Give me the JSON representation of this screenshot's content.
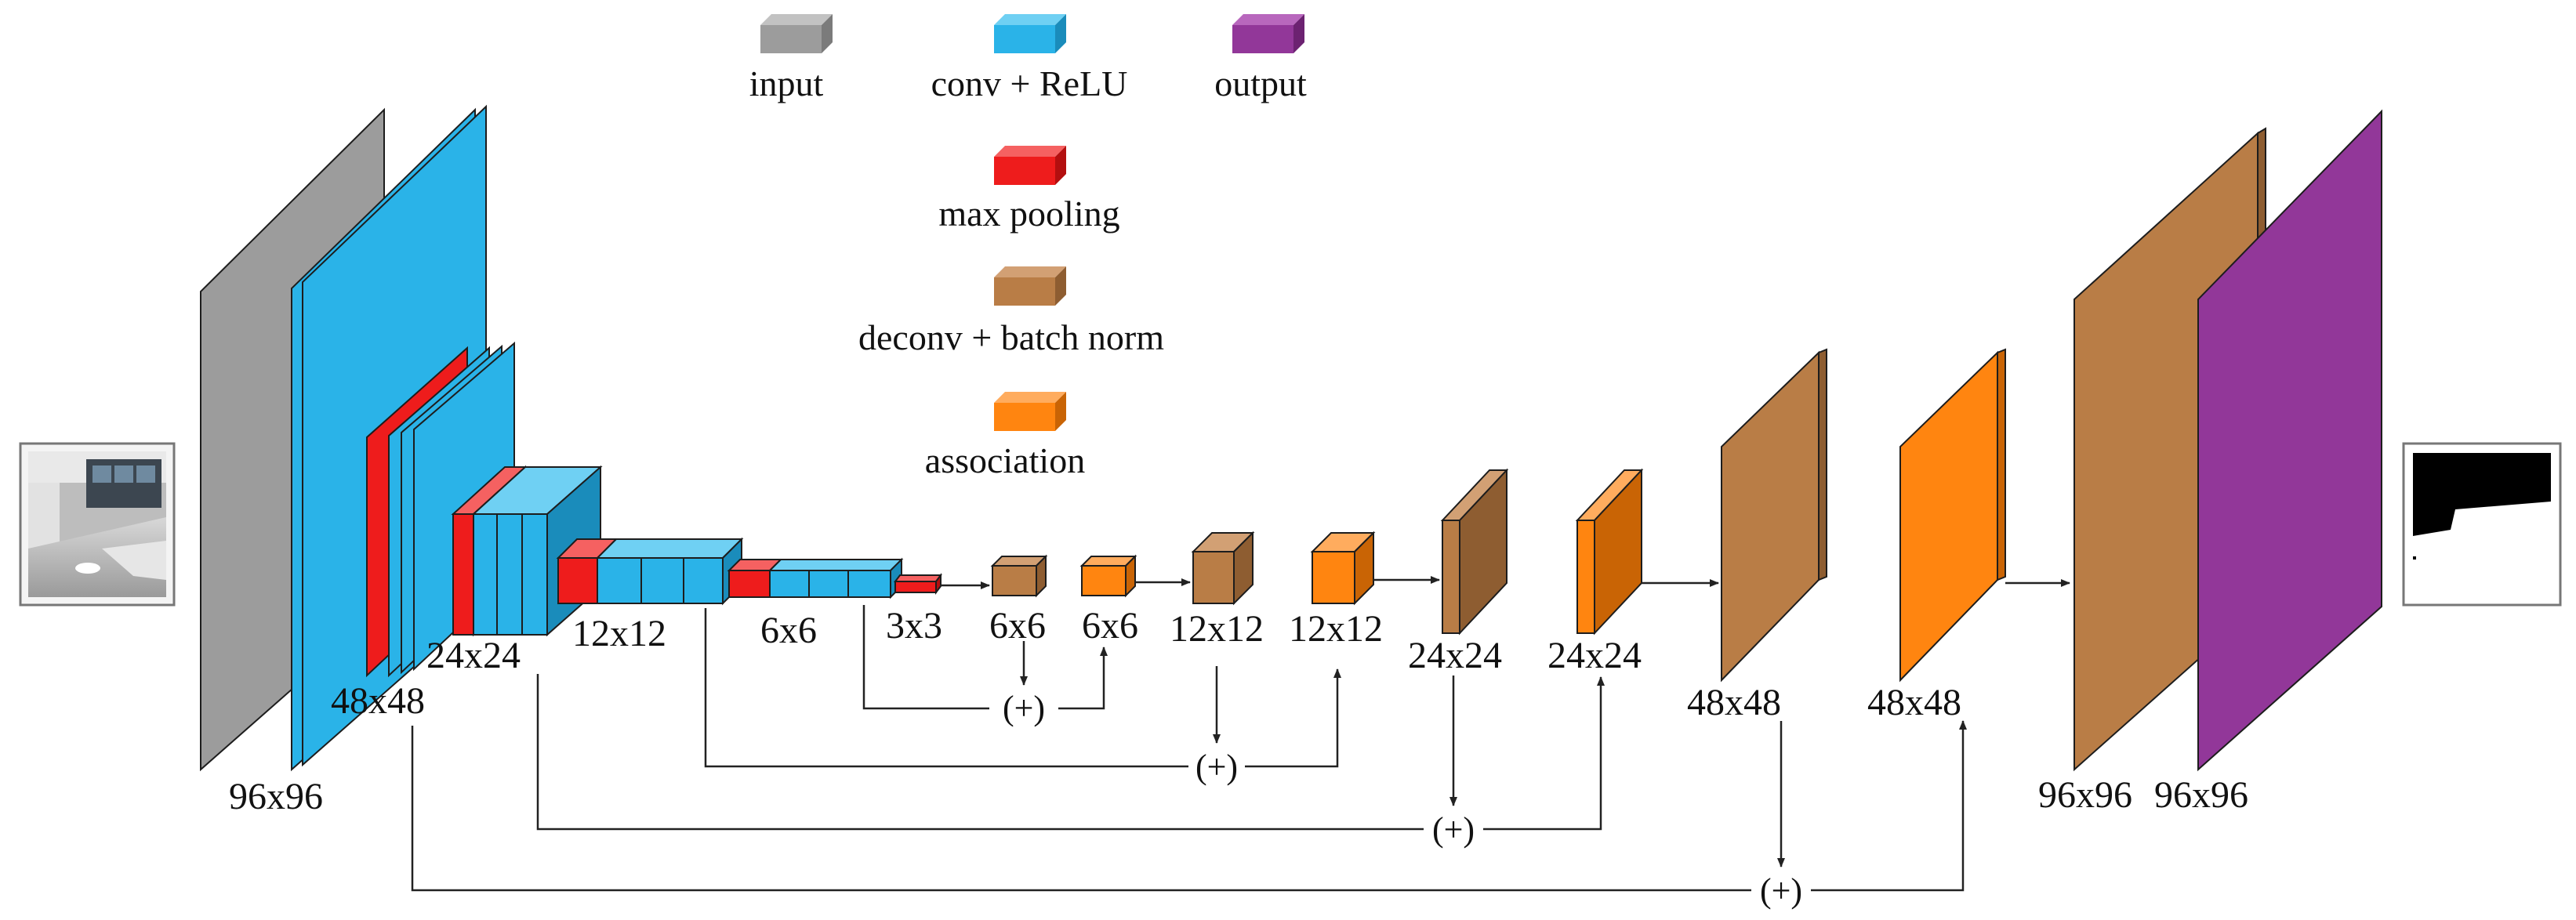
{
  "colors": {
    "input": "#9c9c9c",
    "conv": "#2ab3e8",
    "maxpool": "#ee1c1c",
    "deconv": "#b97d46",
    "association": "#ff8510",
    "output": "#923799"
  },
  "legend": {
    "input": "input",
    "conv": "conv + ReLU",
    "output": "output",
    "maxpool": "max pooling",
    "deconv": "deconv + batch norm",
    "association": "association"
  },
  "sizes": {
    "s96_in": "96x96",
    "s48_enc": "48x48",
    "s24_enc": "24x24",
    "s12_enc": "12x12",
    "s6_enc": "6x6",
    "s3": "3x3",
    "s6_deconv": "6x6",
    "s6_assoc": "6x6",
    "s12_deconv": "12x12",
    "s12_assoc": "12x12",
    "s24_deconv": "24x24",
    "s24_assoc": "24x24",
    "s48_deconv": "48x48",
    "s48_assoc": "48x48",
    "s96_deconv": "96x96",
    "s96_out": "96x96"
  },
  "sum_symbol": "(+)",
  "images": {
    "input_image": "input-photo",
    "output_mask": "output-mask"
  }
}
